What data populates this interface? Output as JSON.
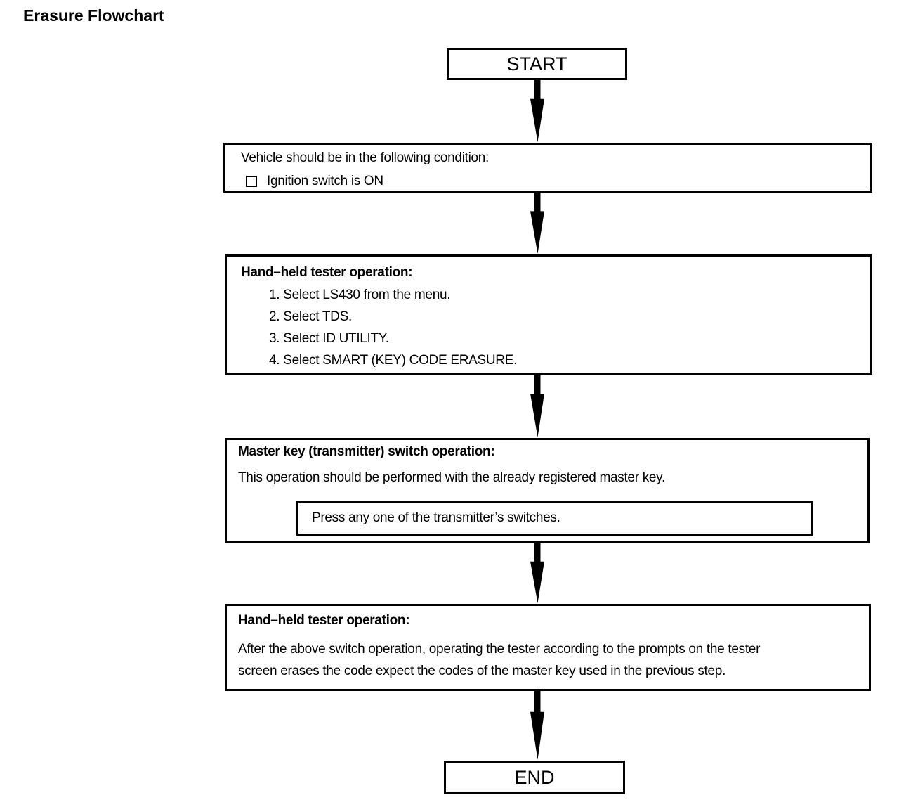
{
  "title": "Erasure Flowchart",
  "colors": {
    "ink": "#000000",
    "background": "#ffffff"
  },
  "icons": {
    "arrow": "down-arrow",
    "checkbox": "empty-checkbox"
  },
  "flowchart": {
    "start_label": "START",
    "end_label": "END",
    "steps": [
      {
        "heading": "Vehicle should be in the following condition:",
        "checklist": [
          "Ignition switch is ON"
        ]
      },
      {
        "heading": "Hand–held tester operation:",
        "items": [
          "1. Select LS430 from the menu.",
          "2. Select TDS.",
          "3. Select ID UTILITY.",
          "4. Select SMART (KEY) CODE ERASURE."
        ]
      },
      {
        "heading": "Master key (transmitter) switch operation:",
        "body": "This operation should be performed with the already registered master key.",
        "inner_box": "Press any one of the transmitter’s switches."
      },
      {
        "heading": "Hand–held tester operation:",
        "body_lines": [
          "After the above switch operation, operating the tester according to the prompts on the tester",
          "screen erases the code expect the codes of the master key used in the previous step."
        ]
      }
    ]
  }
}
